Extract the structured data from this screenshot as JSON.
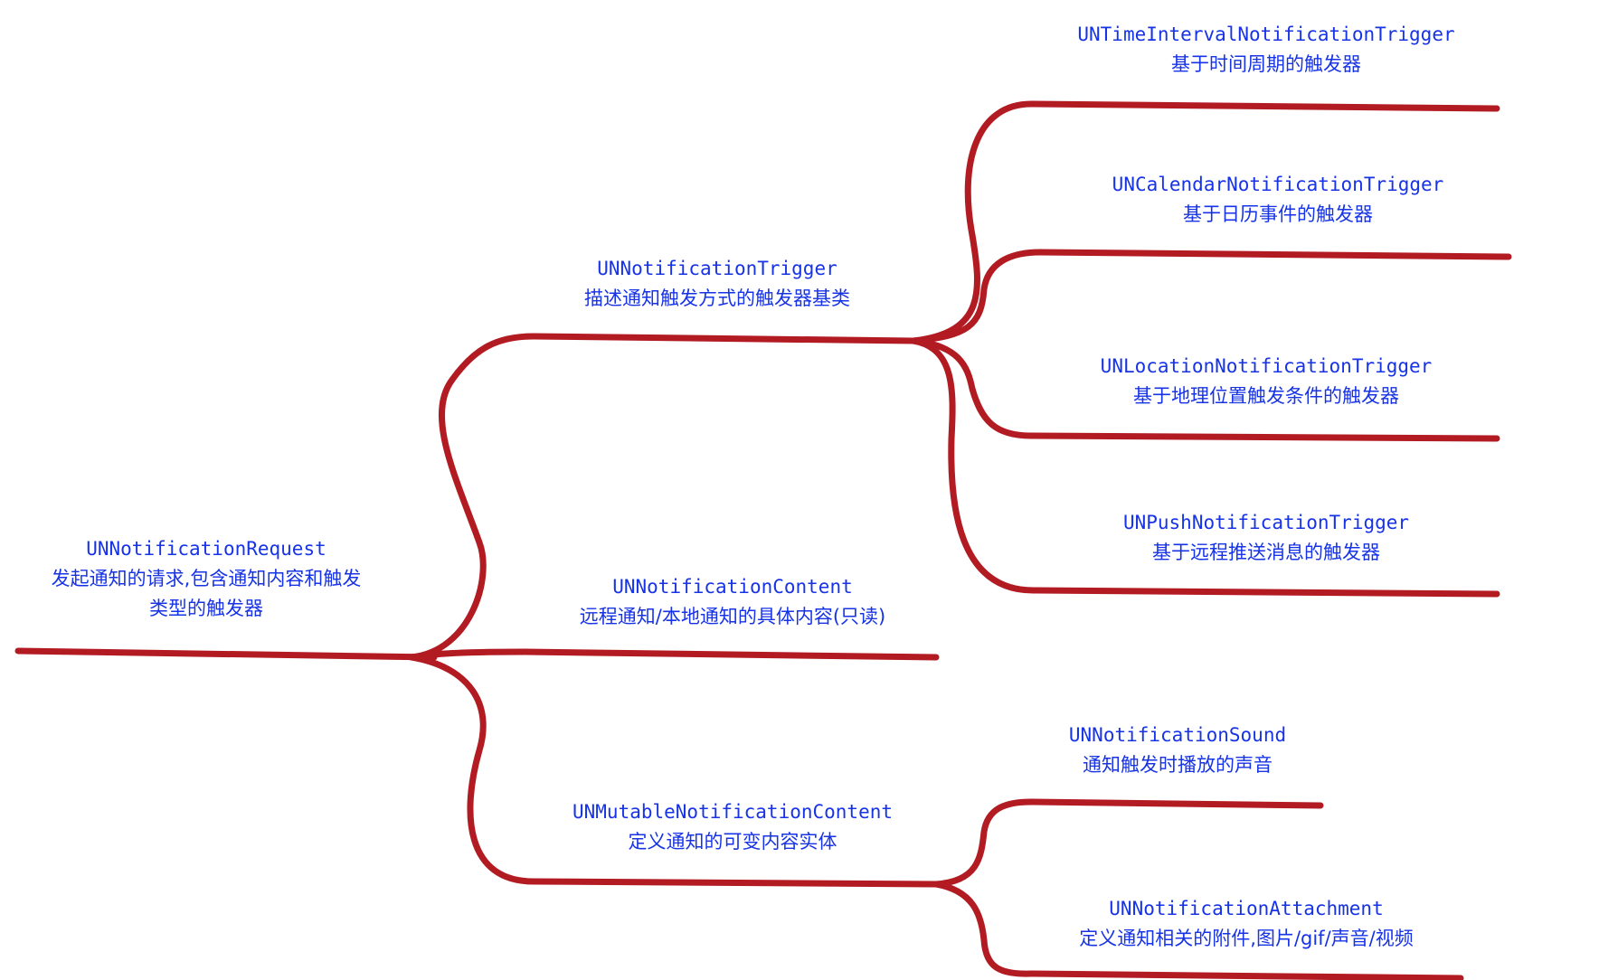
{
  "colors": {
    "branch": "#b31b22",
    "text": "#1733e6",
    "background": "#ffffff"
  },
  "root": {
    "name": "UNNotificationRequest",
    "desc_line1": "发起通知的请求,包含通知内容和触发",
    "desc_line2": "类型的触发器"
  },
  "children": {
    "trigger": {
      "name": "UNNotificationTrigger",
      "desc": "描述通知触发方式的触发器基类"
    },
    "content": {
      "name": "UNNotificationContent",
      "desc": "远程通知/本地通知的具体内容(只读)"
    },
    "mutable": {
      "name": "UNMutableNotificationContent",
      "desc": "定义通知的可变内容实体"
    }
  },
  "trigger_types": {
    "time_interval": {
      "name": "UNTimeIntervalNotificationTrigger",
      "desc": "基于时间周期的触发器"
    },
    "calendar": {
      "name": "UNCalendarNotificationTrigger",
      "desc": "基于日历事件的触发器"
    },
    "location": {
      "name": "UNLocationNotificationTrigger",
      "desc": "基于地理位置触发条件的触发器"
    },
    "push": {
      "name": "UNPushNotificationTrigger",
      "desc": "基于远程推送消息的触发器"
    }
  },
  "mutable_parts": {
    "sound": {
      "name": "UNNotificationSound",
      "desc": "通知触发时播放的声音"
    },
    "attachment": {
      "name": "UNNotificationAttachment",
      "desc": "定义通知相关的附件,图片/gif/声音/视频"
    }
  }
}
